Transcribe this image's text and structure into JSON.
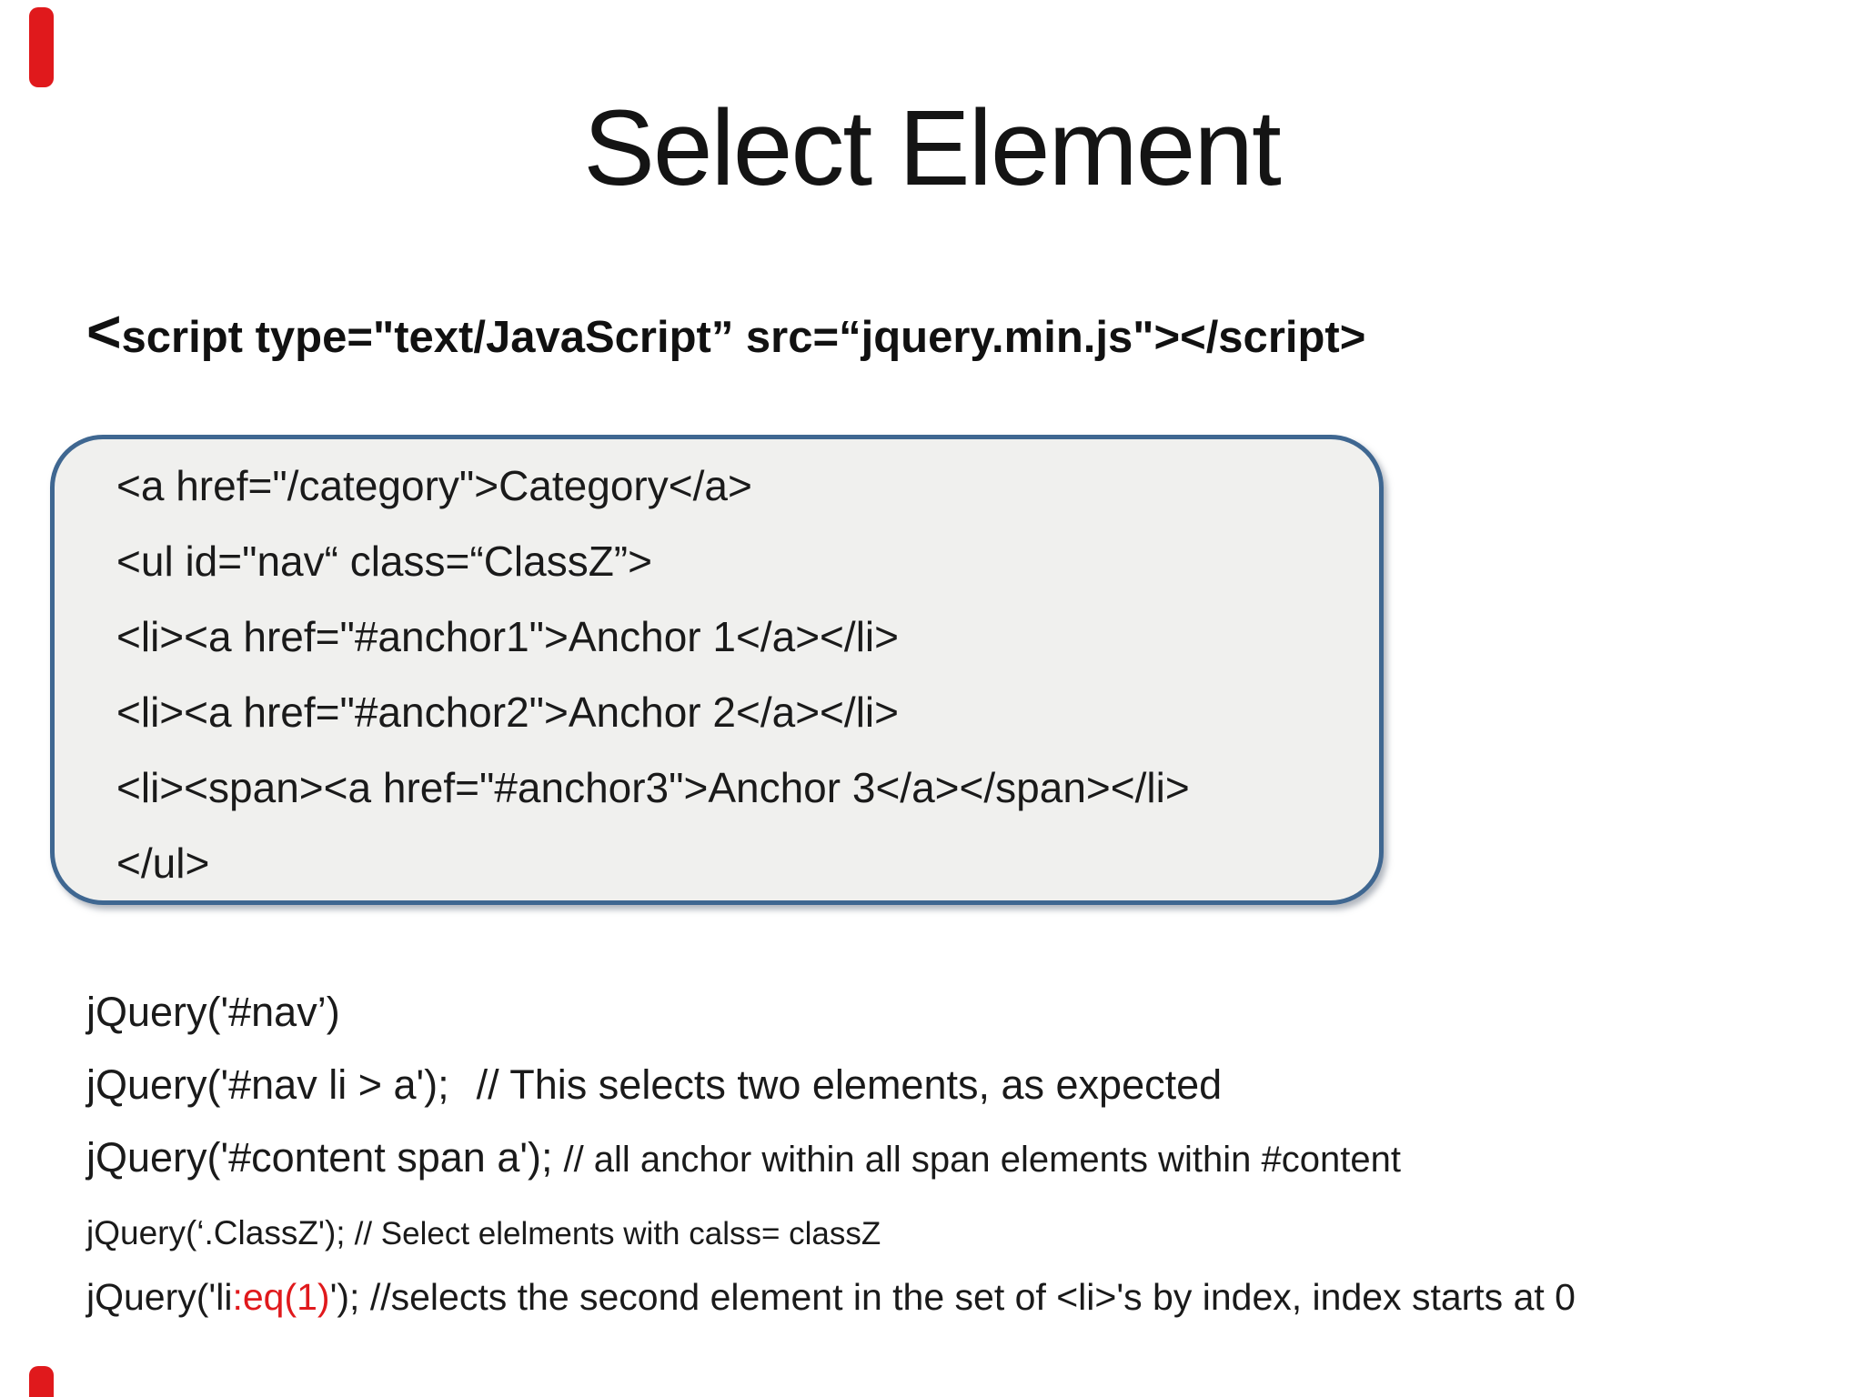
{
  "slide": {
    "title": "Select Element",
    "script_tag": {
      "bracket": "<",
      "text": "script type=\"text/JavaScript” src=“jquery.min.js\"></script>"
    },
    "code_box": {
      "lines": [
        "<a href=\"/category\">Category</a>",
        "<ul id=\"nav“  class=“ClassZ”>",
        "<li><a href=\"#anchor1\">Anchor 1</a></li>",
        "<li><a href=\"#anchor2\">Anchor 2</a></li>",
        "<li><span><a href=\"#anchor3\">Anchor 3</a></span></li>",
        "</ul>"
      ]
    },
    "jquery_examples": [
      {
        "code": "jQuery('#nav’)",
        "comment": ""
      },
      {
        "code": "jQuery('#nav li > a');",
        "comment": "// This selects two elements, as expected"
      },
      {
        "code": "jQuery('#content span a');",
        "comment": "// all anchor within all span elements within #content"
      },
      {
        "code": "jQuery(‘.ClassZ');",
        "comment": "// Select elelments with calss=  classZ"
      },
      {
        "code_before": "jQuery('li",
        "code_red": ":eq(1)",
        "code_after": "'); ",
        "comment": "//selects the second element in the set of <li>'s by index, index starts at 0"
      }
    ],
    "colors": {
      "text": "#1a1a1a",
      "red_accent": "#e0191c",
      "box_border": "#3f6791",
      "box_fill": "#f0f0ee"
    }
  }
}
